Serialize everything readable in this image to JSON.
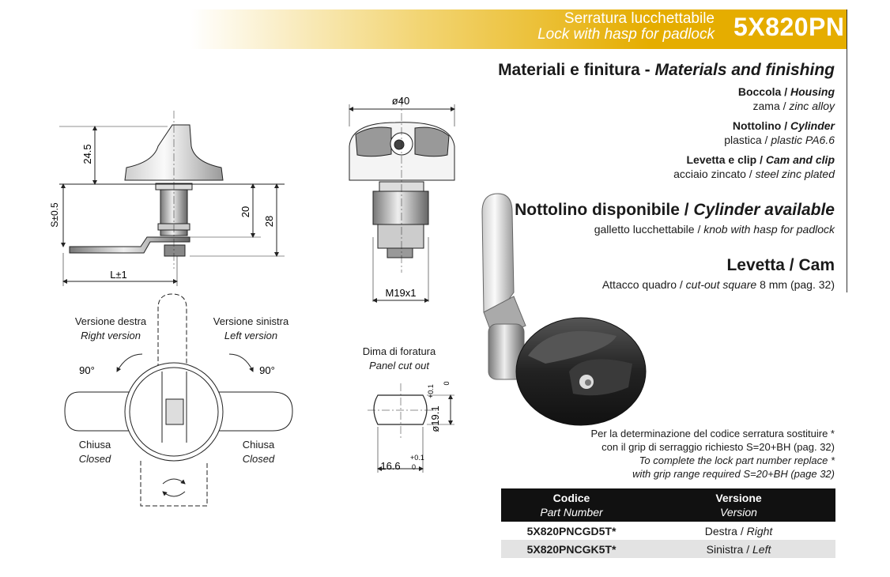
{
  "header": {
    "title_it": "Serratura lucchettabile",
    "title_en": "Lock with hasp for padlock",
    "code": "5X820PN"
  },
  "materials": {
    "heading_it": "Materiali e finitura -",
    "heading_en": "Materials and finishing",
    "items": [
      {
        "name_it": "Boccola /",
        "name_en": "Housing",
        "value_it": "zama /",
        "value_en": "zinc alloy"
      },
      {
        "name_it": "Nottolino /",
        "name_en": "Cylinder",
        "value_it": "plastica /",
        "value_en": "plastic PA6.6"
      },
      {
        "name_it": "Levetta e clip /",
        "name_en": "Cam and clip",
        "value_it": "acciaio zincato /",
        "value_en": "steel zinc plated"
      }
    ]
  },
  "cylinder": {
    "heading_it": "Nottolino disponibile /",
    "heading_en": "Cylinder available",
    "text_it": "galletto lucchettabile /",
    "text_en": "knob with hasp for padlock"
  },
  "cam": {
    "heading": "Levetta / Cam",
    "text_it": "Attacco quadro /",
    "text_en": "cut-out square",
    "text_tail": "8 mm (pag. 32)"
  },
  "note": {
    "line1": "Per la determinazione del codice serratura sostituire *",
    "line2": "con il grip di serraggio richiesto S=20+BH  (pag. 32)",
    "line3": "To complete the lock part number replace *",
    "line4": "with grip range required S=20+BH  (page 32)"
  },
  "table": {
    "col1_it": "Codice",
    "col1_en": "Part Number",
    "col2_it": "Versione",
    "col2_en": "Version",
    "rows": [
      {
        "code": "5X820PNCGD5T*",
        "ver_it": "Destra /",
        "ver_en": "Right"
      },
      {
        "code": "5X820PNCGK5T*",
        "ver_it": "Sinistra /",
        "ver_en": "Left"
      }
    ]
  },
  "drawing": {
    "dim_24_5": "24.5",
    "dim_s": "S±0.5",
    "dim_20": "20",
    "dim_28": "28",
    "dim_l": "L±1",
    "dim_40": "ø40",
    "dim_m19": "M19x1",
    "cutout_it": "Dima di foratura",
    "cutout_en": "Panel cut out",
    "dim_19_1": "ø19.1",
    "tol_19_1_up": "+0.1",
    "tol_19_1_lo": "0",
    "dim_16_6": "16.6",
    "tol_16_6_up": "+0.1",
    "tol_16_6_lo": "0",
    "right_it": "Versione destra",
    "right_en": "Right version",
    "left_it": "Versione sinistra",
    "left_en": "Left version",
    "angle_left": "90°",
    "angle_right": "90°",
    "closed_it_left": "Chiusa",
    "closed_en_left": "Closed",
    "closed_it_right": "Chiusa",
    "closed_en_right": "Closed"
  }
}
